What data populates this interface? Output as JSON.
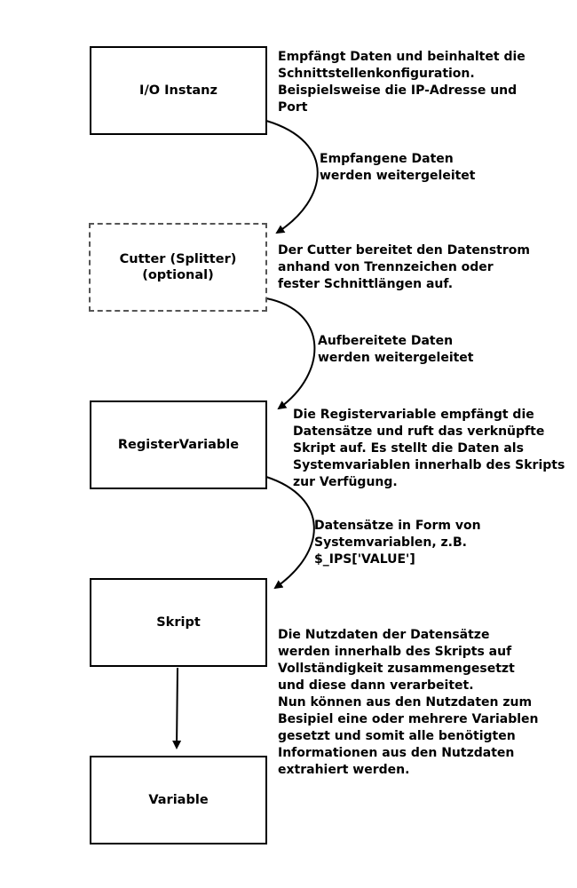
{
  "nodes": [
    {
      "id": "io",
      "label": "I/O Instanz",
      "style": "solid"
    },
    {
      "id": "cutter",
      "label": "Cutter (Splitter)\n(optional)",
      "style": "dashed"
    },
    {
      "id": "register",
      "label": "RegisterVariable",
      "style": "solid"
    },
    {
      "id": "skript",
      "label": "Skript",
      "style": "solid"
    },
    {
      "id": "variable",
      "label": "Variable",
      "style": "solid"
    }
  ],
  "descriptions": {
    "io": "Empfängt Daten und beinhaltet die\nSchnittstellenkonfiguration.\nBeispielsweise die IP-Adresse und\nPort",
    "cutter": "Der Cutter bereitet den Datenstrom\nanhand von Trennzeichen oder\nfester Schnittlängen auf.",
    "register": "Die Registervariable empfängt die\nDatensätze und ruft das verknüpfte\nSkript auf. Es stellt die Daten als\nSystemvariablen innerhalb des Skripts\nzur Verfügung.",
    "skript": "Die Nutzdaten der Datensätze\nwerden innerhalb des Skripts auf\nVollständigkeit zusammengesetzt\nund diese dann verarbeitet.\nNun können aus den Nutzdaten zum\nBesipiel eine oder mehrere Variablen\ngesetzt und somit alle benötigten\nInformationen aus den Nutzdaten\nextrahiert werden."
  },
  "edges": [
    {
      "from": "io",
      "to": "cutter",
      "label": "Empfangene Daten\nwerden weitergeleitet"
    },
    {
      "from": "cutter",
      "to": "register",
      "label": "Aufbereitete Daten\nwerden weitergeleitet"
    },
    {
      "from": "register",
      "to": "skript",
      "label": "Datensätze in Form von\nSystemvariablen, z.B.\n$_IPS['VALUE']"
    },
    {
      "from": "skript",
      "to": "variable",
      "label": ""
    }
  ]
}
